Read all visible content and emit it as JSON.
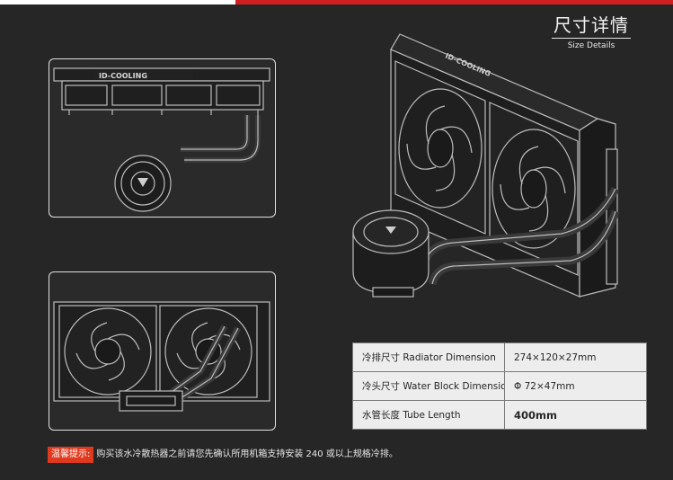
{
  "header": {
    "title": "尺寸详情",
    "subtitle": "Size Details"
  },
  "brand_logo": {
    "text": "ID-COOLING"
  },
  "specs": [
    {
      "label": "冷排尺寸 Radiator Dimension",
      "value": "274×120×27mm"
    },
    {
      "label": "冷头尺寸 Water Block Dimension",
      "value": "Φ 72×47mm"
    },
    {
      "label": "水管长度 Tube Length",
      "value": "400mm"
    }
  ],
  "notice": {
    "badge": "温馨提示:",
    "text": "购买该水冷散热器之前请您先确认所用机箱支持安装 240 或以上规格冷排。"
  },
  "colors": {
    "background": "#262626",
    "accent_red": "#d11f1f",
    "badge_orange": "#e03a1e",
    "table_bg": "#ededed"
  }
}
